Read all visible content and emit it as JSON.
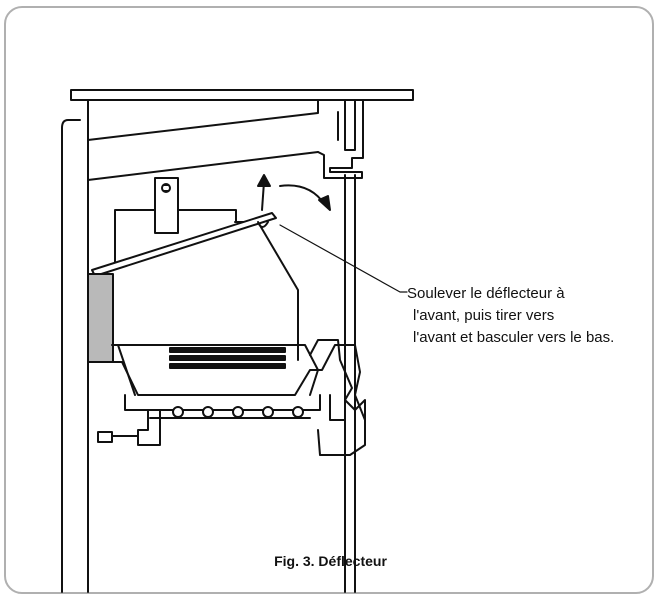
{
  "callout": {
    "line1": "Soulever le déflecteur à",
    "line2": "l'avant, puis tirer vers",
    "line3": "l'avant et basculer vers le bas."
  },
  "caption": "Fig. 3. Déflecteur",
  "colors": {
    "stroke": "#111111",
    "panel": "#b9b9b9",
    "frame": "#b0b0b0"
  }
}
